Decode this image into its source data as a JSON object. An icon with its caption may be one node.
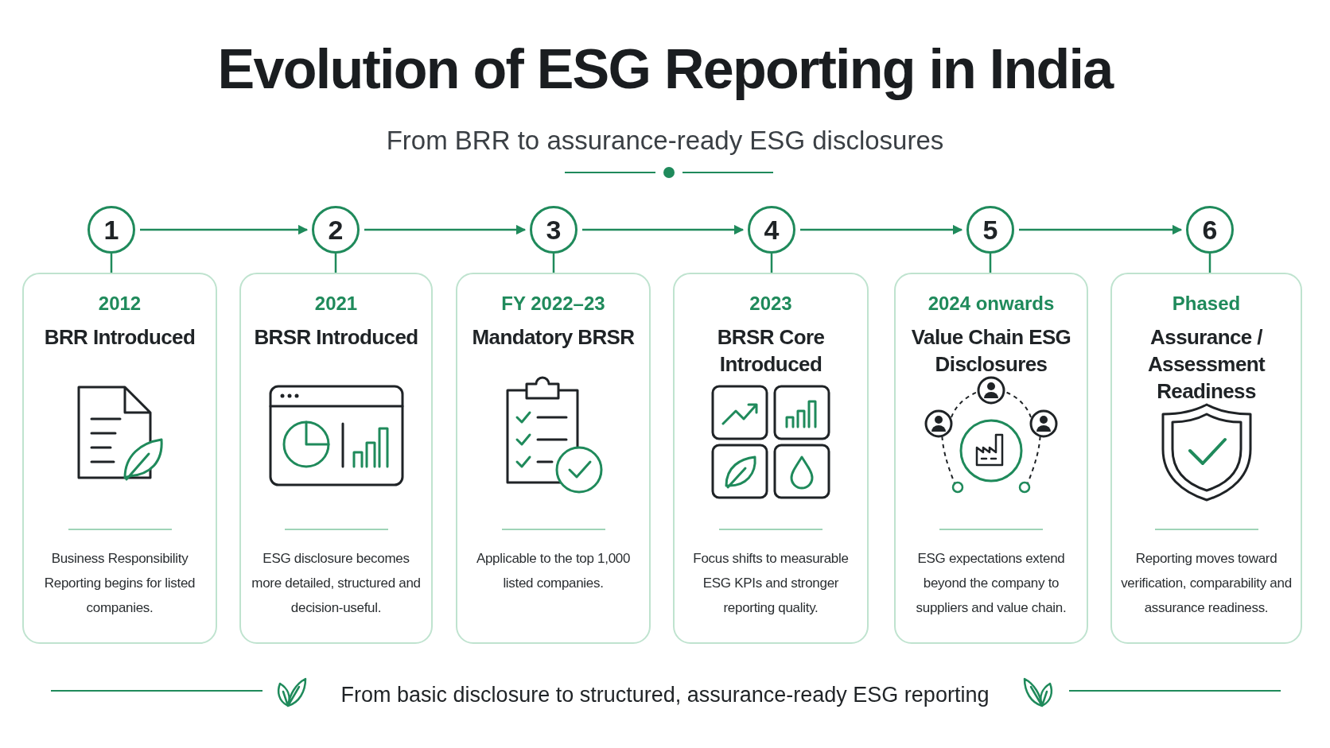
{
  "diagram": {
    "title": "Evolution of ESG Reporting in India",
    "nodes": [
      {
        "text": [
          "1"
        ]
      },
      {
        "text": [
          "2"
        ]
      },
      {
        "text": [
          "3"
        ]
      },
      {
        "text": [
          "4"
        ]
      },
      {
        "text": [
          "5"
        ]
      },
      {
        "text": [
          "6"
        ]
      },
      {
        "text": [
          "2012",
          "BRR Introduced",
          "Business Responsibility Reporting begins for listed companies."
        ]
      },
      {
        "text": [
          "2021",
          "BRSR Introduced",
          "ESG disclosure becomes more detailed, structured and decision-useful."
        ]
      },
      {
        "text": [
          "FY 2022–23",
          "Mandatory BRSR",
          "Applicable to the top 1,000 listed companies."
        ]
      },
      {
        "text": [
          "2023",
          "BRSR Core Introduced",
          "Focus shifts to measurable ESG KPIs and stronger reporting quality."
        ]
      },
      {
        "text": [
          "2024 onwards",
          "Value Chain ESG Disclosures",
          "ESG expectations extend beyond the company to suppliers and value chain."
        ]
      },
      {
        "text": [
          "Phased",
          "Assurance / Assessment Readiness",
          "Reporting moves toward verification, comparability and assurance readiness."
        ]
      }
    ],
    "edges": [
      {
        "from": 0,
        "to": 1,
        "arrow": "to"
      },
      {
        "from": 1,
        "to": 2,
        "arrow": "to"
      },
      {
        "from": 2,
        "to": 3,
        "arrow": "to"
      },
      {
        "from": 3,
        "to": 4,
        "arrow": "to"
      },
      {
        "from": 4,
        "to": 5,
        "arrow": "to"
      },
      {
        "from": 0,
        "to": 6,
        "arrow": "none"
      },
      {
        "from": 1,
        "to": 7,
        "arrow": "none"
      },
      {
        "from": 2,
        "to": 8,
        "arrow": "none"
      },
      {
        "from": 3,
        "to": 9,
        "arrow": "none"
      },
      {
        "from": 4,
        "to": 10,
        "arrow": "none"
      },
      {
        "from": 5,
        "to": 11,
        "arrow": "none"
      }
    ],
    "labels": [
      "From BRR to assurance-ready ESG disclosures",
      "From basic disclosure to structured, assurance-ready ESG reporting"
    ]
  }
}
